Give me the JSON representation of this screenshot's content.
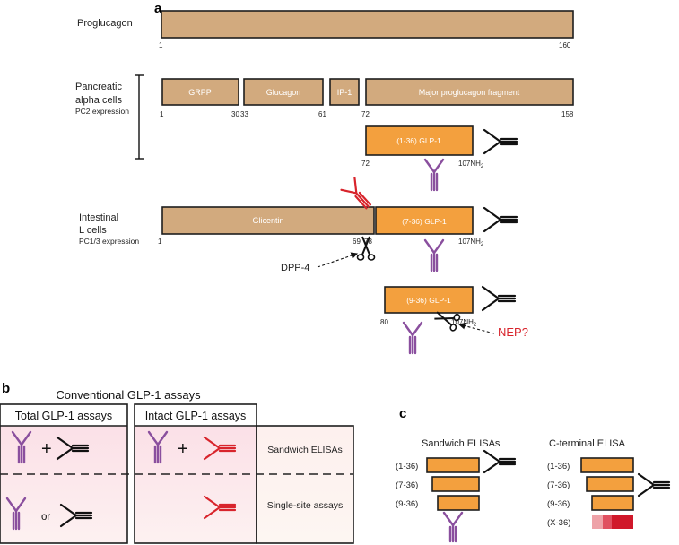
{
  "panel_a": {
    "label": "a",
    "proglucagon": {
      "label": "Proglucagon",
      "start": "1",
      "end": "160"
    },
    "pancreatic": {
      "label_line1": "Pancreatic",
      "label_line2": "alpha cells",
      "expression": "PC2 expression",
      "segments": [
        "GRPP",
        "Glucagon",
        "IP-1",
        "Major proglucagon fragment"
      ],
      "numbers": [
        "1",
        "30",
        "33",
        "61",
        "72",
        "158"
      ],
      "glp1": {
        "label": "(1-36) GLP-1",
        "start": "72",
        "end": "107NH",
        "end_sub": "2"
      }
    },
    "intestinal": {
      "label_line1": "Intestinal",
      "label_line2": "L cells",
      "expression": "PC1/3 expression",
      "glicentin": "Glicentin",
      "numbers": [
        "1",
        "69",
        "78"
      ],
      "glp1": {
        "label": "(7-36) GLP-1",
        "end": "107NH",
        "end_sub": "2"
      },
      "dpp4": "DPP-4"
    },
    "cleaved": {
      "label": "(9-36) GLP-1",
      "start": "80",
      "end": "107NH",
      "end_sub": "2",
      "nep": "NEP?"
    }
  },
  "panel_b": {
    "label": "b",
    "title": "Conventional GLP-1 assays",
    "total_header": "Total GLP-1 assays",
    "intact_header": "Intact GLP-1 assays",
    "sandwich_label": "Sandwich ELISAs",
    "single_site_label": "Single-site assays",
    "plus": "+",
    "or": "or"
  },
  "panel_c": {
    "label": "c",
    "sandwich_title": "Sandwich ELISAs",
    "cterminal_title": "C-terminal ELISA",
    "sandwich_items": [
      "(1-36)",
      "(7-36)",
      "(9-36)"
    ],
    "cterminal_items": [
      "(1-36)",
      "(7-36)",
      "(9-36)",
      "(X-36)"
    ]
  },
  "colors": {
    "precursor": "#d2aa7e",
    "glp1": "#f3a03e",
    "n_terminal_antibody": "#8a4f9e",
    "intact_antibody": "#d8242c",
    "c_terminal_antibody": "#111111",
    "assay_background": "#fbe5ea"
  }
}
